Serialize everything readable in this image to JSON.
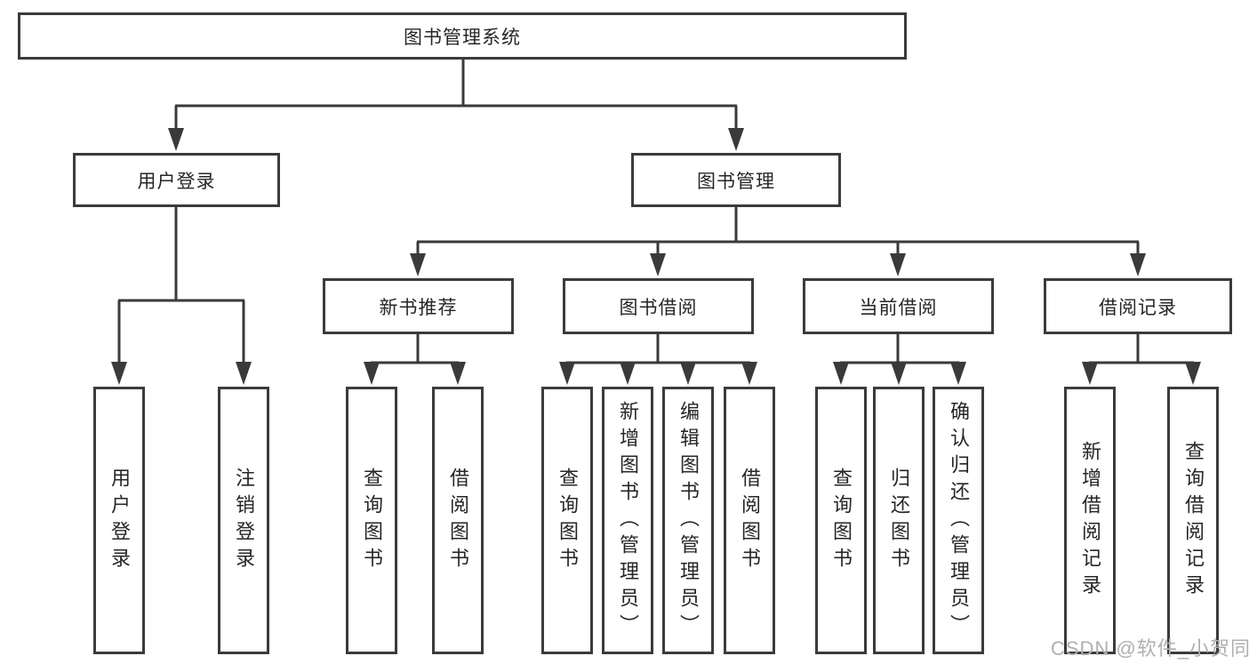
{
  "diagram": {
    "root": {
      "label": "图书管理系统"
    },
    "branches": [
      {
        "id": "user-login",
        "label": "用户登录"
      },
      {
        "id": "book-management",
        "label": "图书管理"
      }
    ],
    "modules": [
      {
        "id": "new-book-recommend",
        "label": "新书推荐",
        "parent": "图书管理"
      },
      {
        "id": "book-borrow",
        "label": "图书借阅",
        "parent": "图书管理"
      },
      {
        "id": "current-borrow",
        "label": "当前借阅",
        "parent": "图书管理"
      },
      {
        "id": "borrow-records",
        "label": "借阅记录",
        "parent": "图书管理"
      }
    ],
    "leaves": [
      {
        "label": "用户登录",
        "parent": "用户登录"
      },
      {
        "label": "注销登录",
        "parent": "用户登录"
      },
      {
        "label": "查询图书",
        "parent": "新书推荐"
      },
      {
        "label": "借阅图书",
        "parent": "新书推荐"
      },
      {
        "label": "查询图书",
        "parent": "图书借阅"
      },
      {
        "label": "新增图书（管理员）",
        "parent": "图书借阅"
      },
      {
        "label": "编辑图书（管理员）",
        "parent": "图书借阅"
      },
      {
        "label": "借阅图书",
        "parent": "图书借阅"
      },
      {
        "label": "查询图书",
        "parent": "当前借阅"
      },
      {
        "label": "归还图书",
        "parent": "当前借阅"
      },
      {
        "label": "确认归还（管理员）",
        "parent": "当前借阅"
      },
      {
        "label": "新增借阅记录",
        "parent": "借阅记录"
      },
      {
        "label": "查询借阅记录",
        "parent": "借阅记录"
      }
    ]
  },
  "watermark": "CSDN @软件_小贺同学",
  "colors": {
    "line": "#3a3a3a",
    "box_border": "#3b3b3b",
    "text": "#262626",
    "watermark": "#b0b0b0",
    "background": "#ffffff"
  }
}
